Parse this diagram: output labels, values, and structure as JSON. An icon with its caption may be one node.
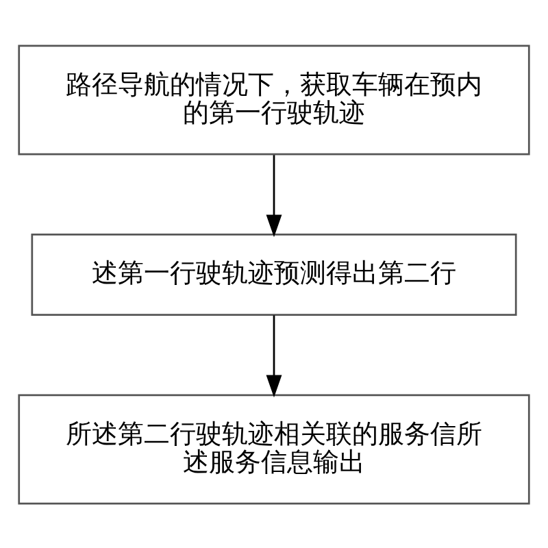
{
  "diagram": {
    "nodes": [
      {
        "text": [
          "路径导航的情况下，获取车辆在预内的第一行驶轨迹"
        ]
      },
      {
        "text": [
          "述第一行驶轨迹预测得出第二行"
        ]
      },
      {
        "text": [
          "所述第二行驶轨迹相关联的服务信所述服务信息输出"
        ]
      }
    ],
    "edges": [
      {
        "from": 0,
        "to": 1,
        "arrow": "to"
      },
      {
        "from": 1,
        "to": 2,
        "arrow": "to"
      }
    ]
  }
}
